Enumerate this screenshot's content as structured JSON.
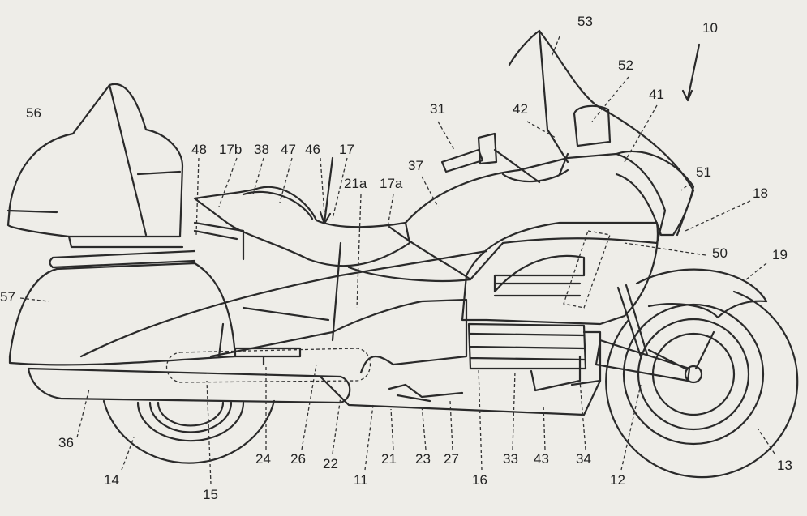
{
  "figure": {
    "subject": "motorcycle",
    "labels": {
      "l10": "10",
      "l11": "11",
      "l12": "12",
      "l13": "13",
      "l14": "14",
      "l15": "15",
      "l16": "16",
      "l17": "17",
      "l17a": "17a",
      "l17b": "17b",
      "l18": "18",
      "l19": "19",
      "l21": "21",
      "l21a": "21a",
      "l22": "22",
      "l23": "23",
      "l24": "24",
      "l26": "26",
      "l27": "27",
      "l31": "31",
      "l33": "33",
      "l34": "34",
      "l36": "36",
      "l37": "37",
      "l38": "38",
      "l41": "41",
      "l42": "42",
      "l43": "43",
      "l46": "46",
      "l47": "47",
      "l48": "48",
      "l50": "50",
      "l51": "51",
      "l52": "52",
      "l53": "53",
      "l56": "56",
      "l57": "57"
    }
  }
}
